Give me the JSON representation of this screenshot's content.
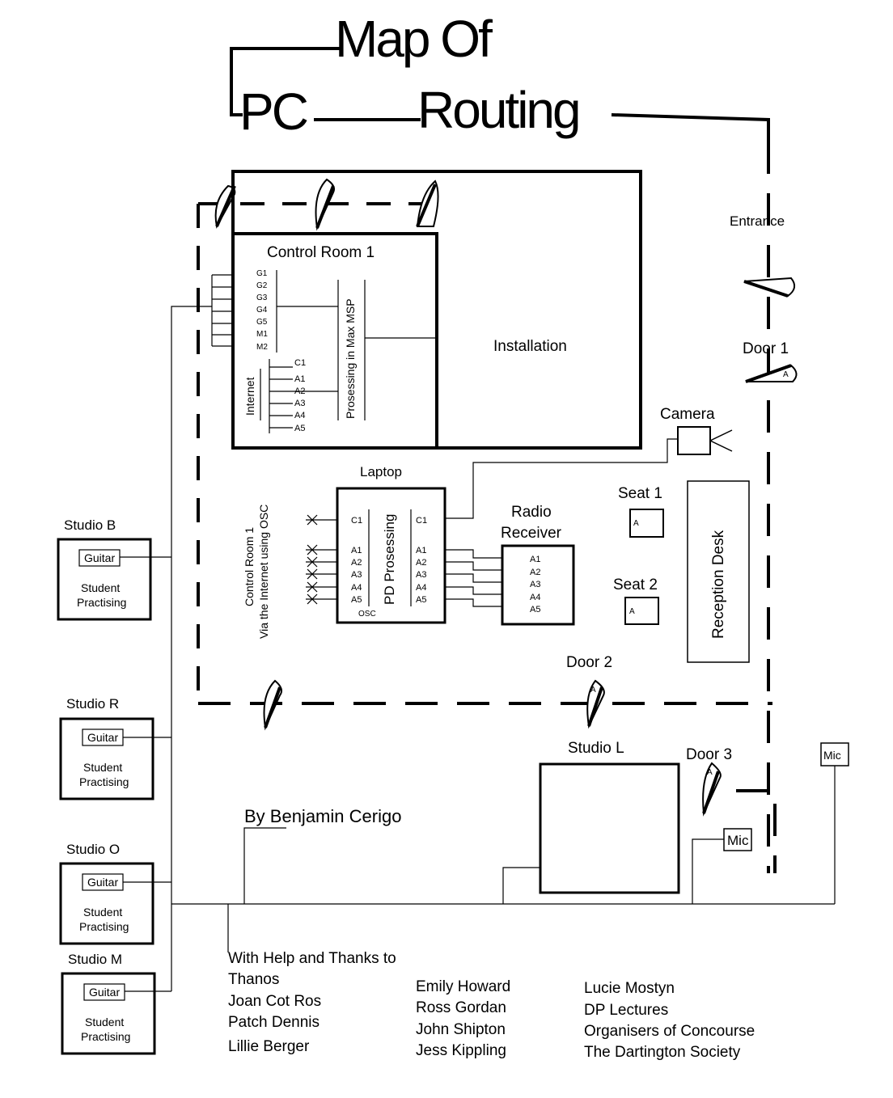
{
  "title": {
    "line1": "Map Of",
    "line2a": "PC",
    "line2b": "Routing"
  },
  "labels": {
    "entrance": "Entrance",
    "door1": "Door 1",
    "door2": "Door 2",
    "door3": "Door 3",
    "camera": "Camera",
    "installation": "Installation",
    "laptop": "Laptop",
    "radio_line1": "Radio",
    "radio_line2": "Receiver",
    "seat1": "Seat 1",
    "seat2": "Seat 2",
    "reception": "Reception Desk",
    "studio_l": "Studio    L",
    "mic": "Mic",
    "door_marker": "A",
    "author": "By Benjamin Cerigo"
  },
  "control_room": {
    "title": "Control Room 1",
    "inputs": [
      "G1",
      "G2",
      "G3",
      "G4",
      "G5",
      "M1",
      "M2"
    ],
    "channels": [
      "C1",
      "A1",
      "A2",
      "A3",
      "A4",
      "A5"
    ],
    "internet": "Internet",
    "processing": "Prosessing in Max MSP"
  },
  "laptop_box": {
    "left_channels": [
      "C1",
      "A1",
      "A2",
      "A3",
      "A4",
      "A5"
    ],
    "right_channels": [
      "C1",
      "A1",
      "A2",
      "A3",
      "A4",
      "A5"
    ],
    "processing": "PD Prosessing",
    "osc": "OSC"
  },
  "radio_channels": [
    "A1",
    "A2",
    "A3",
    "A4",
    "A5"
  ],
  "remote_note": {
    "line1": "Control Room 1",
    "line2": "Via the Internet using OSC"
  },
  "studios": [
    {
      "name": "Studio  B",
      "instrument": "Guitar",
      "line1": "Student",
      "line2": "Practising"
    },
    {
      "name": "Studio  R",
      "instrument": "Guitar",
      "line1": "Student",
      "line2": "Practising"
    },
    {
      "name": "Studio  O",
      "instrument": "Guitar",
      "line1": "Student",
      "line2": "Practising"
    },
    {
      "name": "Studio  M",
      "instrument": "Guitar",
      "line1": "Student",
      "line2": "Practising"
    }
  ],
  "credits": {
    "heading": "With Help and Thanks to",
    "col1": [
      "Thanos",
      "Joan Cot Ros",
      "Patch Dennis",
      "Lillie Berger"
    ],
    "col2": [
      "Emily Howard",
      "Ross Gordan",
      "John Shipton",
      "Jess Kippling"
    ],
    "col3": [
      "Lucie  Mostyn",
      "DP Lectures",
      "Organisers of Concourse",
      "The Dartington Society"
    ]
  }
}
